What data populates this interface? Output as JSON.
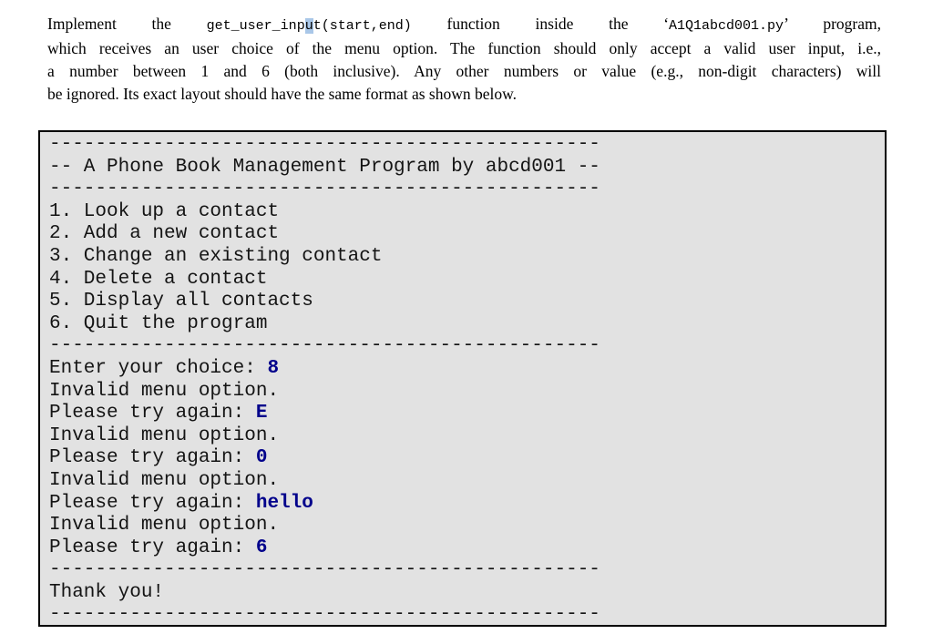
{
  "colors": {
    "console-bg": "#e2e2e2",
    "console-border": "#000000",
    "console-text": "#141414",
    "input-color": "#00008B",
    "highlight": "#a9c7e8",
    "page-bg": "#ffffff",
    "para-text": "#000000"
  },
  "instruction": {
    "lines": [
      {
        "justify": true,
        "segments": [
          {
            "style": "serif",
            "text": "Implement the "
          },
          {
            "style": "mono",
            "text": "get_user_inp"
          },
          {
            "style": "mono-hl",
            "text": "u"
          },
          {
            "style": "mono",
            "text": "t(start,end)"
          },
          {
            "style": "serif",
            "text": " function inside the ‘"
          },
          {
            "style": "mono",
            "text": "A1Q1abcd001.py"
          },
          {
            "style": "serif",
            "text": "’ program,"
          }
        ]
      },
      {
        "justify": true,
        "segments": [
          {
            "style": "serif",
            "text": "which receives an user choice of the menu option. The function should only accept a valid user input, i.e.,"
          }
        ]
      },
      {
        "justify": true,
        "segments": [
          {
            "style": "serif",
            "text": "a number between 1 and 6 (both inclusive). Any other numbers or value (e.g., non-digit characters) will"
          }
        ]
      },
      {
        "justify": false,
        "segments": [
          {
            "style": "serif",
            "text": "be ignored. Its exact layout should have the same format as shown below."
          }
        ]
      }
    ]
  },
  "console": {
    "separator": "------------------------------------------------",
    "title": "-- A Phone Book Management Program by abcd001 --",
    "menu_items": [
      "1. Look up a contact",
      "2. Add a new contact",
      "3. Change an existing contact",
      "4. Delete a contact",
      "5. Display all contacts",
      "6. Quit the program"
    ],
    "lines": [
      {
        "sep": true
      },
      {
        "text": "-- A Phone Book Management Program by abcd001 --"
      },
      {
        "sep": true
      },
      {
        "text": "1. Look up a contact"
      },
      {
        "text": "2. Add a new contact"
      },
      {
        "text": "3. Change an existing contact"
      },
      {
        "text": "4. Delete a contact"
      },
      {
        "text": "5. Display all contacts"
      },
      {
        "text": "6. Quit the program"
      },
      {
        "sep": true
      },
      {
        "text": "Enter your choice: ",
        "input": "8"
      },
      {
        "text": "Invalid menu option."
      },
      {
        "text": "Please try again: ",
        "input": "E"
      },
      {
        "text": "Invalid menu option."
      },
      {
        "text": "Please try again: ",
        "input": "0"
      },
      {
        "text": "Invalid menu option."
      },
      {
        "text": "Please try again: ",
        "input": "hello"
      },
      {
        "text": "Invalid menu option."
      },
      {
        "text": "Please try again: ",
        "input": "6"
      },
      {
        "sep": true
      },
      {
        "text": "Thank you!"
      },
      {
        "sep": true
      }
    ]
  }
}
